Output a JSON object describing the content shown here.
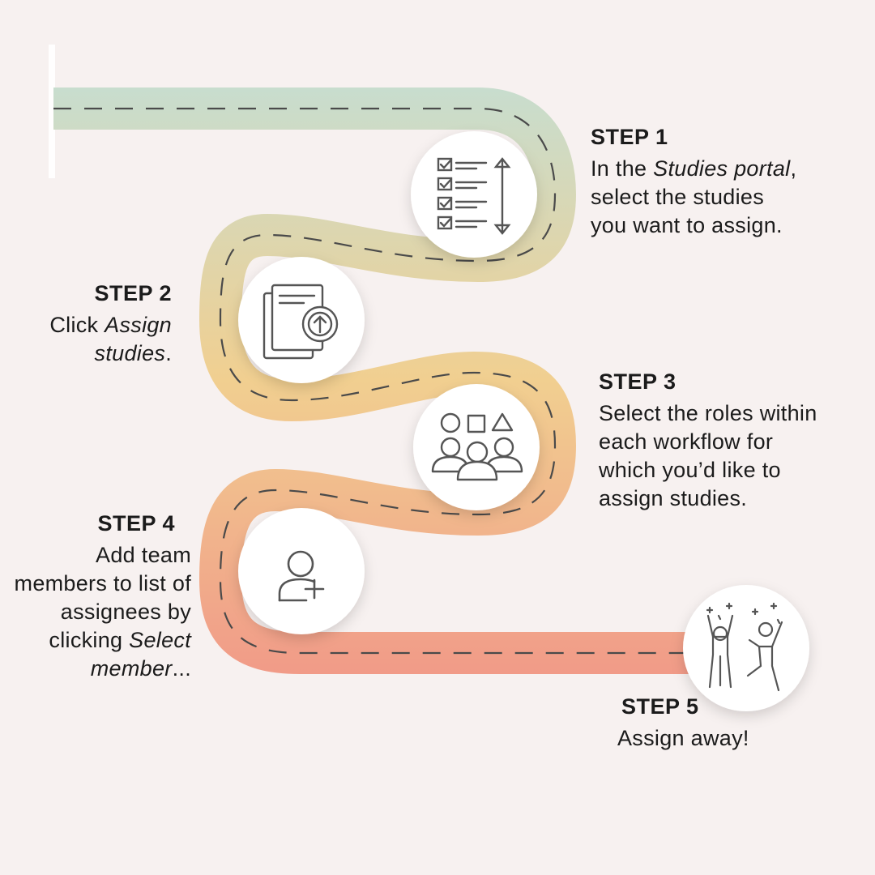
{
  "colors": {
    "background": "#f7f1f0",
    "road_top": "#c8ddce",
    "road_middle": "#f1cf90",
    "road_bottom": "#f19b88",
    "dash": "#4a4a4a",
    "icon_stroke": "#555555",
    "circle": "#ffffff"
  },
  "steps": [
    {
      "heading": "STEP 1",
      "parts": [
        "In the ",
        "Studies portal",
        ", select the studies you want to assign."
      ],
      "icon": "checklist-icon"
    },
    {
      "heading": "STEP 2",
      "parts": [
        "Click ",
        "Assign studies",
        "."
      ],
      "icon": "document-upload-icon"
    },
    {
      "heading": "STEP 3",
      "parts": [
        "Select the roles within each workflow for which you’d like to assign studies."
      ],
      "icon": "group-roles-icon"
    },
    {
      "heading": "STEP 4",
      "parts": [
        "Add team members to list of assignees by clicking ",
        "Select member",
        "..."
      ],
      "icon": "add-user-icon"
    },
    {
      "heading": "STEP 5",
      "parts": [
        "Assign away!"
      ],
      "icon": "celebrating-people-icon"
    }
  ]
}
